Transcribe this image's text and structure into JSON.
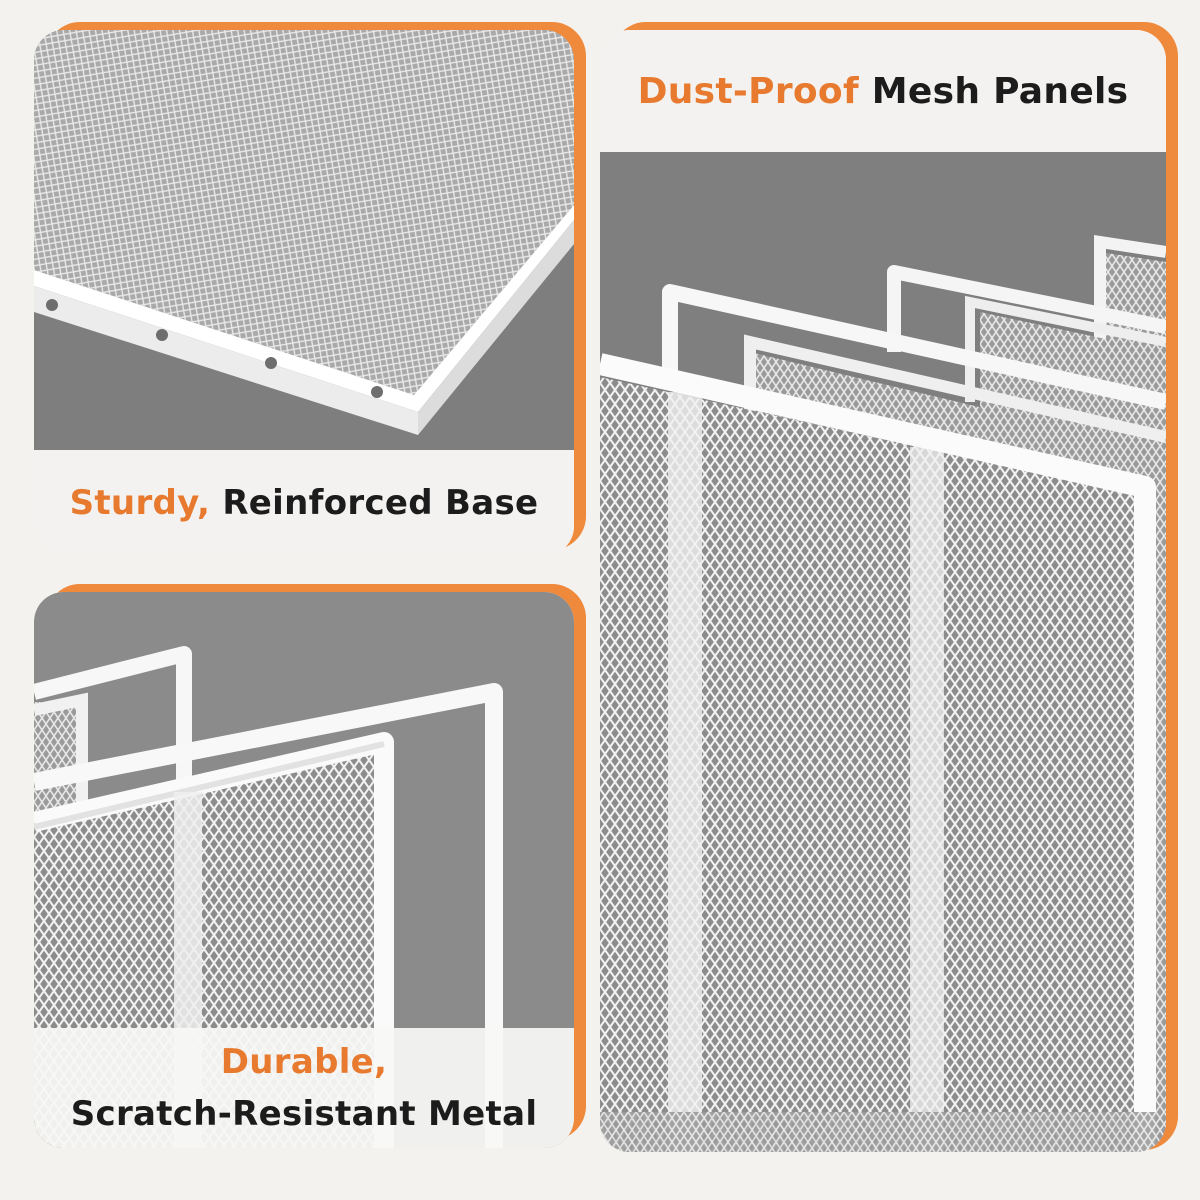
{
  "colors": {
    "accent": "#e77a2e",
    "shadow_orange": "#ef8a3c",
    "frame_white": "#ffffff",
    "backdrop_gray": "#8a8a8a"
  },
  "panels": {
    "base": {
      "accent_text": "Sturdy,",
      "text": " Reinforced Base"
    },
    "metal": {
      "accent_text": "Durable,",
      "text": "Scratch-Resistant Metal"
    },
    "mesh": {
      "accent_text": "Dust-Proof",
      "text": " Mesh Panels"
    }
  }
}
